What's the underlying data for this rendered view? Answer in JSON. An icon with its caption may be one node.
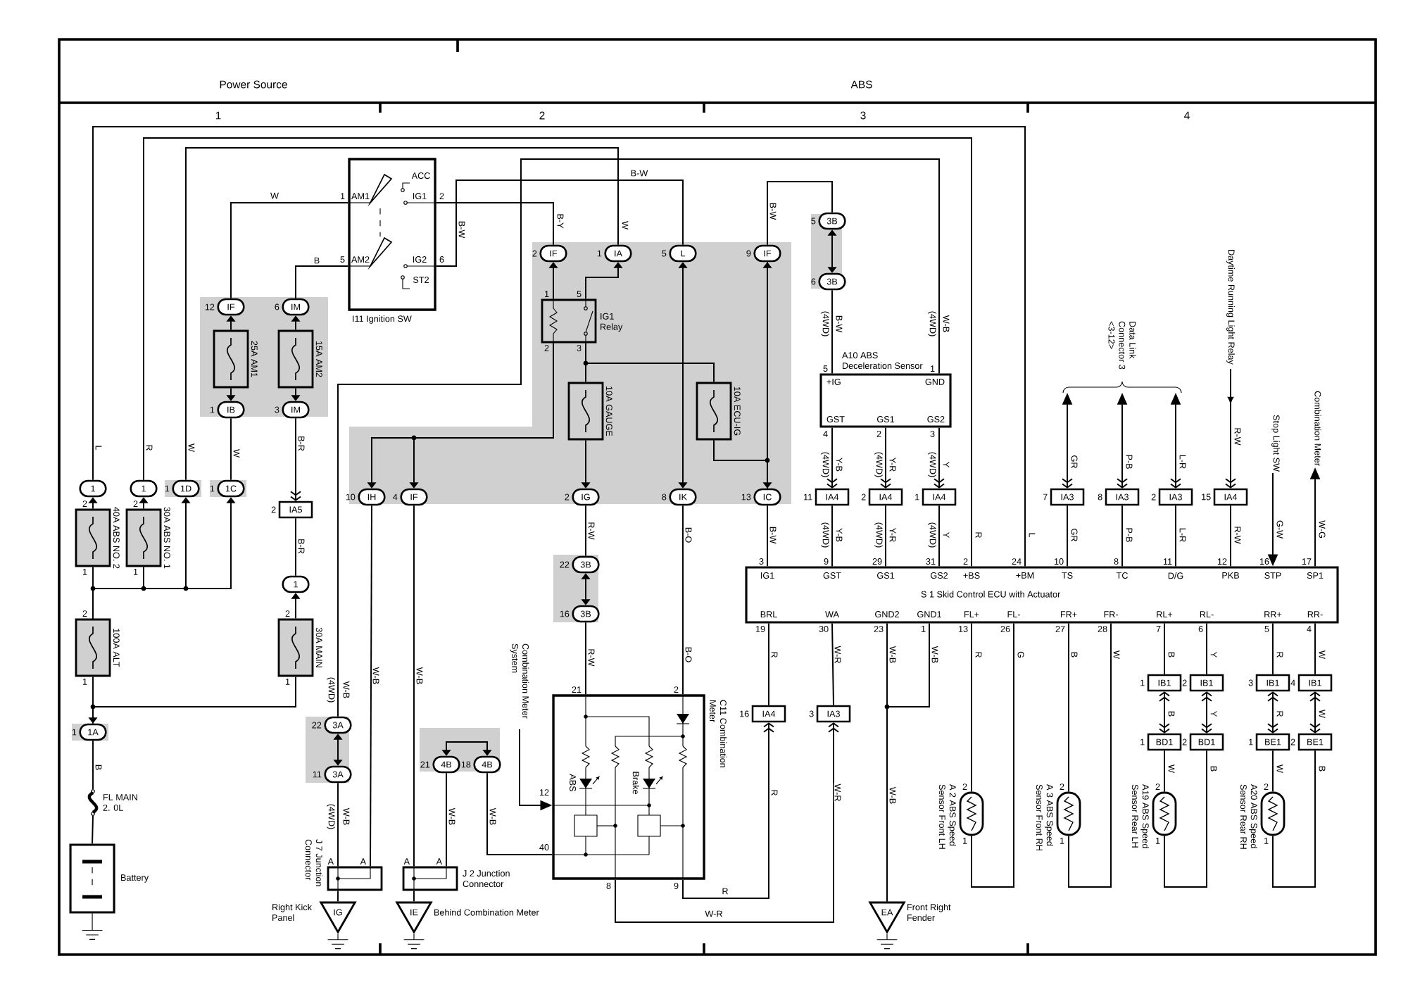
{
  "diagram": {
    "nodes": [
      {
        "text": [
          "I11 Ignition SW",
          "ACC",
          "IG1",
          "IG2",
          "ST2",
          "AM1",
          "AM2"
        ],
        "beside": [
          "1",
          "2",
          "5",
          "6"
        ]
      },
      {
        "text": [
          "IF"
        ],
        "beside": [
          "12"
        ]
      },
      {
        "text": [
          "IM"
        ],
        "beside": [
          "6"
        ]
      },
      {
        "text": [
          "25A AM1"
        ]
      },
      {
        "text": [
          "15A AM2"
        ]
      },
      {
        "text": [
          "IB"
        ],
        "beside": [
          "1"
        ]
      },
      {
        "text": [
          "IM"
        ],
        "beside": [
          "3"
        ]
      },
      {
        "text": [
          "IF"
        ],
        "beside": [
          "2"
        ]
      },
      {
        "text": [
          "IA"
        ],
        "beside": [
          "1"
        ]
      },
      {
        "text": [
          "L"
        ],
        "beside": [
          "5"
        ]
      },
      {
        "text": [
          "IF"
        ],
        "beside": [
          "9"
        ]
      },
      {
        "text": [
          "IG1 Relay"
        ],
        "beside": [
          "1",
          "5",
          "2",
          "3"
        ]
      },
      {
        "text": [
          "10A GAUGE"
        ]
      },
      {
        "text": [
          "10A ECU-IG"
        ]
      },
      {
        "text": [
          "IH"
        ],
        "beside": [
          "10"
        ]
      },
      {
        "text": [
          "IF"
        ],
        "beside": [
          "4"
        ]
      },
      {
        "text": [
          "IG"
        ],
        "beside": [
          "2"
        ]
      },
      {
        "text": [
          "IK"
        ],
        "beside": [
          "8"
        ]
      },
      {
        "text": [
          "IC"
        ],
        "beside": [
          "13"
        ]
      },
      {
        "text": [
          "3B"
        ],
        "beside": [
          "5"
        ]
      },
      {
        "text": [
          "3B"
        ],
        "beside": [
          "6"
        ]
      },
      {
        "text": [
          "A10 ABS Deceleration Sensor",
          "+IG",
          "GND",
          "GST",
          "GS1",
          "GS2"
        ],
        "beside": [
          "5",
          "1",
          "4",
          "2",
          "3"
        ]
      },
      {
        "text": [
          "Data Link Connector 3 <3-12>"
        ]
      },
      {
        "text": [
          "Daytime Running Light Relay"
        ]
      },
      {
        "text": [
          "Stop Light SW"
        ]
      },
      {
        "text": [
          "Combination Meter"
        ]
      },
      {
        "text": [
          "1"
        ]
      },
      {
        "text": [
          "1"
        ]
      },
      {
        "text": [
          "1D"
        ],
        "beside": [
          "1"
        ]
      },
      {
        "text": [
          "1C"
        ],
        "beside": [
          "1"
        ]
      },
      {
        "text": [
          "IA4"
        ],
        "beside": [
          "11"
        ]
      },
      {
        "text": [
          "IA4"
        ],
        "beside": [
          "2"
        ]
      },
      {
        "text": [
          "IA4"
        ],
        "beside": [
          "1"
        ]
      },
      {
        "text": [
          "IA3"
        ],
        "beside": [
          "7"
        ]
      },
      {
        "text": [
          "IA3"
        ],
        "beside": [
          "8"
        ]
      },
      {
        "text": [
          "IA3"
        ],
        "beside": [
          "2"
        ]
      },
      {
        "text": [
          "IA4"
        ],
        "beside": [
          "15"
        ]
      },
      {
        "text": [
          "IA5"
        ],
        "beside": [
          "2"
        ]
      },
      {
        "text": [
          "40A ABS NO. 2"
        ],
        "beside": [
          "2",
          "1"
        ]
      },
      {
        "text": [
          "30A ABS NO. 1"
        ],
        "beside": [
          "2",
          "1"
        ]
      },
      {
        "text": [
          "1"
        ]
      },
      {
        "text": [
          "S 1 Skid Control ECU with Actuator",
          "IG1",
          "GST",
          "GS1",
          "GS2",
          "+BS",
          "+BM",
          "TS",
          "TC",
          "D/G",
          "PKB",
          "STP",
          "SP1",
          "BRL",
          "WA",
          "GND2",
          "GND1",
          "FL+",
          "FL-",
          "FR+",
          "FR-",
          "RL+",
          "RL-",
          "RR+",
          "RR-"
        ],
        "beside": [
          "3",
          "9",
          "29",
          "31",
          "2",
          "24",
          "10",
          "8",
          "11",
          "12",
          "16",
          "17",
          "19",
          "30",
          "23",
          "1",
          "13",
          "26",
          "27",
          "28",
          "7",
          "6",
          "5",
          "4"
        ]
      },
      {
        "text": [
          "100A ALT"
        ],
        "beside": [
          "2",
          "1"
        ]
      },
      {
        "text": [
          "30A MAIN"
        ],
        "beside": [
          "2",
          "1"
        ]
      },
      {
        "text": [
          "3B"
        ],
        "beside": [
          "22"
        ]
      },
      {
        "text": [
          "3B"
        ],
        "beside": [
          "16"
        ]
      },
      {
        "text": [
          "IB1"
        ],
        "beside": [
          "1"
        ]
      },
      {
        "text": [
          "IB1"
        ],
        "beside": [
          "2"
        ]
      },
      {
        "text": [
          "IB1"
        ],
        "beside": [
          "3"
        ]
      },
      {
        "text": [
          "IB1"
        ],
        "beside": [
          "4"
        ]
      },
      {
        "text": [
          "Combination Meter System"
        ]
      },
      {
        "text": [
          "C11 Combination Meter",
          "ABS",
          "Brake"
        ],
        "beside": [
          "21",
          "2",
          "12",
          "40",
          "8",
          "9"
        ]
      },
      {
        "text": [
          "IA4"
        ],
        "beside": [
          "16"
        ]
      },
      {
        "text": [
          "IA3"
        ],
        "beside": [
          "3"
        ]
      },
      {
        "text": [
          "1A"
        ],
        "beside": [
          "1"
        ]
      },
      {
        "text": [
          "3A"
        ],
        "beside": [
          "22"
        ]
      },
      {
        "text": [
          "3A"
        ],
        "beside": [
          "11"
        ]
      },
      {
        "text": [
          "4B"
        ],
        "beside": [
          "21"
        ]
      },
      {
        "text": [
          "4B"
        ],
        "beside": [
          "18"
        ]
      },
      {
        "text": [
          "BD1"
        ],
        "beside": [
          "1"
        ]
      },
      {
        "text": [
          "BD1"
        ],
        "beside": [
          "2"
        ]
      },
      {
        "text": [
          "BE1"
        ],
        "beside": [
          "1"
        ]
      },
      {
        "text": [
          "BE1"
        ],
        "beside": [
          "2"
        ]
      },
      {
        "text": [
          "FL MAIN 2. 0L"
        ]
      },
      {
        "text": [
          "A 2 ABS Speed Sensor Front LH"
        ],
        "beside": [
          "2",
          "1"
        ]
      },
      {
        "text": [
          "A 3 ABS Speed Sensor Front RH"
        ],
        "beside": [
          "2",
          "1"
        ]
      },
      {
        "text": [
          "A19 ABS Speed Sensor Rear LH"
        ],
        "beside": [
          "2",
          "1"
        ]
      },
      {
        "text": [
          "A20 ABS Speed Sensor Rear RH"
        ],
        "beside": [
          "2",
          "1"
        ]
      },
      {
        "text": [
          "Battery"
        ]
      },
      {
        "text": [
          "J 7 Junction Connector",
          "A",
          "A"
        ]
      },
      {
        "text": [
          "J 2 Junction Connector",
          "A",
          "A"
        ]
      },
      {
        "text": [
          "IG"
        ],
        "beside": [
          "Right Kick Panel"
        ]
      },
      {
        "text": [
          "IE"
        ],
        "beside": [
          "Behind Combination Meter"
        ]
      },
      {
        "text": [
          "EA"
        ],
        "beside": [
          "Front Right Fender"
        ]
      }
    ],
    "edges": [
      {
        "from": 0,
        "to": 1,
        "arrow": "none",
        "label": "W"
      },
      {
        "from": 0,
        "to": 2,
        "arrow": "none",
        "label": "B"
      },
      {
        "from": 3,
        "to": 1,
        "arrow": "to"
      },
      {
        "from": 4,
        "to": 2,
        "arrow": "to"
      },
      {
        "from": 3,
        "to": 5,
        "arrow": "to"
      },
      {
        "from": 4,
        "to": 6,
        "arrow": "to"
      },
      {
        "from": 5,
        "to": 29,
        "arrow": "none",
        "label": "W"
      },
      {
        "from": 6,
        "to": 37,
        "arrow": "to",
        "label": "B-R"
      },
      {
        "from": 37,
        "to": 40,
        "arrow": "none",
        "label": "B-R"
      },
      {
        "from": 43,
        "to": 40,
        "arrow": "to"
      },
      {
        "from": 38,
        "to": 26,
        "arrow": "to"
      },
      {
        "from": 39,
        "to": 27,
        "arrow": "to"
      },
      {
        "from": 26,
        "to": 41,
        "arrow": "none",
        "label": "L"
      },
      {
        "from": 27,
        "to": 41,
        "arrow": "none",
        "label": "R"
      },
      {
        "from": 28,
        "to": 8,
        "arrow": "none",
        "label": "W"
      },
      {
        "from": 42,
        "to": 38,
        "arrow": "none"
      },
      {
        "from": 42,
        "to": 39,
        "arrow": "none"
      },
      {
        "from": 42,
        "to": 28,
        "arrow": "to"
      },
      {
        "from": 42,
        "to": 29,
        "arrow": "to"
      },
      {
        "from": 42,
        "to": 54,
        "arrow": "to"
      },
      {
        "from": 43,
        "to": 54,
        "arrow": "none"
      },
      {
        "from": 54,
        "to": 63,
        "arrow": "none",
        "label": "B"
      },
      {
        "from": 63,
        "to": 68,
        "arrow": "none"
      },
      {
        "from": 0,
        "to": 7,
        "arrow": "none",
        "label": "B-Y"
      },
      {
        "from": 0,
        "to": 9,
        "arrow": "none",
        "label": "B-W"
      },
      {
        "from": 11,
        "to": 7,
        "arrow": "to"
      },
      {
        "from": 11,
        "to": 14,
        "arrow": "to"
      },
      {
        "from": 11,
        "to": 15,
        "arrow": "to"
      },
      {
        "from": 11,
        "to": 8,
        "arrow": "to"
      },
      {
        "from": 11,
        "to": 12,
        "arrow": "none"
      },
      {
        "from": 11,
        "to": 13,
        "arrow": "none"
      },
      {
        "from": 12,
        "to": 16,
        "arrow": "to"
      },
      {
        "from": 13,
        "to": 18,
        "arrow": "none"
      },
      {
        "from": 13,
        "to": 10,
        "arrow": "none"
      },
      {
        "from": 9,
        "to": 17,
        "arrow": "both"
      },
      {
        "from": 10,
        "to": 18,
        "arrow": "both"
      },
      {
        "from": 10,
        "to": 19,
        "arrow": "none",
        "label": "B-W"
      },
      {
        "from": 19,
        "to": 20,
        "arrow": "both"
      },
      {
        "from": 20,
        "to": 21,
        "arrow": "none",
        "label": "B-W"
      },
      {
        "from": 21,
        "to": 55,
        "arrow": "none",
        "label": "W-B"
      },
      {
        "from": 55,
        "to": 56,
        "arrow": "both"
      },
      {
        "from": 56,
        "to": 69,
        "arrow": "none",
        "label": "W-B"
      },
      {
        "from": 69,
        "to": 71,
        "arrow": "none"
      },
      {
        "from": 14,
        "to": 69,
        "arrow": "none",
        "label": "W-B"
      },
      {
        "from": 15,
        "to": 70,
        "arrow": "none",
        "label": "W-B"
      },
      {
        "from": 70,
        "to": 72,
        "arrow": "none"
      },
      {
        "from": 57,
        "to": 58,
        "arrow": "both"
      },
      {
        "from": 57,
        "to": 70,
        "arrow": "none",
        "label": "W-B"
      },
      {
        "from": 58,
        "to": 51,
        "arrow": "none",
        "label": "W-B"
      },
      {
        "from": 16,
        "to": 44,
        "arrow": "none",
        "label": "R-W"
      },
      {
        "from": 44,
        "to": 45,
        "arrow": "both"
      },
      {
        "from": 45,
        "to": 51,
        "arrow": "none",
        "label": "R-W"
      },
      {
        "from": 17,
        "to": 51,
        "arrow": "none",
        "label": "B-O"
      },
      {
        "from": 50,
        "to": 51,
        "arrow": "to"
      },
      {
        "from": 51,
        "to": 52,
        "arrow": "to",
        "label": "R"
      },
      {
        "from": 51,
        "to": 53,
        "arrow": "to",
        "label": "W-R"
      },
      {
        "from": 52,
        "to": 41,
        "arrow": "none",
        "label": "R"
      },
      {
        "from": 53,
        "to": 41,
        "arrow": "none",
        "label": "W-R"
      },
      {
        "from": 41,
        "to": 73,
        "arrow": "none",
        "label": "W-B"
      },
      {
        "from": 41,
        "to": 73,
        "arrow": "none",
        "label": "W-B"
      },
      {
        "from": 18,
        "to": 41,
        "arrow": "none",
        "label": "B-W"
      },
      {
        "from": 21,
        "to": 30,
        "arrow": "to",
        "label": "Y-B"
      },
      {
        "from": 30,
        "to": 41,
        "arrow": "none",
        "label": "Y-B"
      },
      {
        "from": 21,
        "to": 31,
        "arrow": "to",
        "label": "Y-R"
      },
      {
        "from": 31,
        "to": 41,
        "arrow": "none",
        "label": "Y-R"
      },
      {
        "from": 21,
        "to": 32,
        "arrow": "to",
        "label": "Y"
      },
      {
        "from": 32,
        "to": 41,
        "arrow": "none",
        "label": "Y"
      },
      {
        "from": 41,
        "to": 33,
        "arrow": "none",
        "label": "GR"
      },
      {
        "from": 33,
        "to": 22,
        "arrow": "both",
        "label": "GR"
      },
      {
        "from": 41,
        "to": 34,
        "arrow": "none",
        "label": "P-B"
      },
      {
        "from": 34,
        "to": 22,
        "arrow": "both",
        "label": "P-B"
      },
      {
        "from": 41,
        "to": 35,
        "arrow": "none",
        "label": "L-R"
      },
      {
        "from": 35,
        "to": 22,
        "arrow": "both",
        "label": "L-R"
      },
      {
        "from": 23,
        "to": 36,
        "arrow": "to",
        "label": "R-W"
      },
      {
        "from": 36,
        "to": 41,
        "arrow": "none",
        "label": "R-W"
      },
      {
        "from": 24,
        "to": 41,
        "arrow": "to",
        "label": "G-W"
      },
      {
        "from": 41,
        "to": 25,
        "arrow": "to",
        "label": "W-G"
      },
      {
        "from": 41,
        "to": 64,
        "arrow": "none",
        "label": "R"
      },
      {
        "from": 64,
        "to": 41,
        "arrow": "none",
        "label": "G"
      },
      {
        "from": 41,
        "to": 65,
        "arrow": "none",
        "label": "B"
      },
      {
        "from": 65,
        "to": 41,
        "arrow": "none",
        "label": "W"
      },
      {
        "from": 41,
        "to": 46,
        "arrow": "none",
        "label": "B"
      },
      {
        "from": 46,
        "to": 59,
        "arrow": "both",
        "label": "B"
      },
      {
        "from": 59,
        "to": 66,
        "arrow": "none",
        "label": "W"
      },
      {
        "from": 66,
        "to": 60,
        "arrow": "none",
        "label": "B"
      },
      {
        "from": 60,
        "to": 47,
        "arrow": "both",
        "label": "Y"
      },
      {
        "from": 47,
        "to": 41,
        "arrow": "none",
        "label": "Y"
      },
      {
        "from": 41,
        "to": 48,
        "arrow": "none",
        "label": "R"
      },
      {
        "from": 48,
        "to": 61,
        "arrow": "both",
        "label": "R"
      },
      {
        "from": 61,
        "to": 67,
        "arrow": "none",
        "label": "W"
      },
      {
        "from": 67,
        "to": 62,
        "arrow": "none",
        "label": "B"
      },
      {
        "from": 62,
        "to": 49,
        "arrow": "both",
        "label": "W"
      },
      {
        "from": 49,
        "to": 41,
        "arrow": "none",
        "label": "W"
      }
    ],
    "labels": [
      "Power Source",
      "ABS",
      "1",
      "2",
      "3",
      "4",
      "B-W",
      "W",
      "(4WD)",
      "(4WD)",
      "(4WD)",
      "(4WD)",
      "(4WD)",
      "(4WD)",
      "(4WD)",
      "(4WD)",
      "R",
      "L",
      "W-B",
      "(4WD)",
      "(4WD)",
      "B-O",
      "R",
      "W-R",
      "W-B"
    ]
  }
}
